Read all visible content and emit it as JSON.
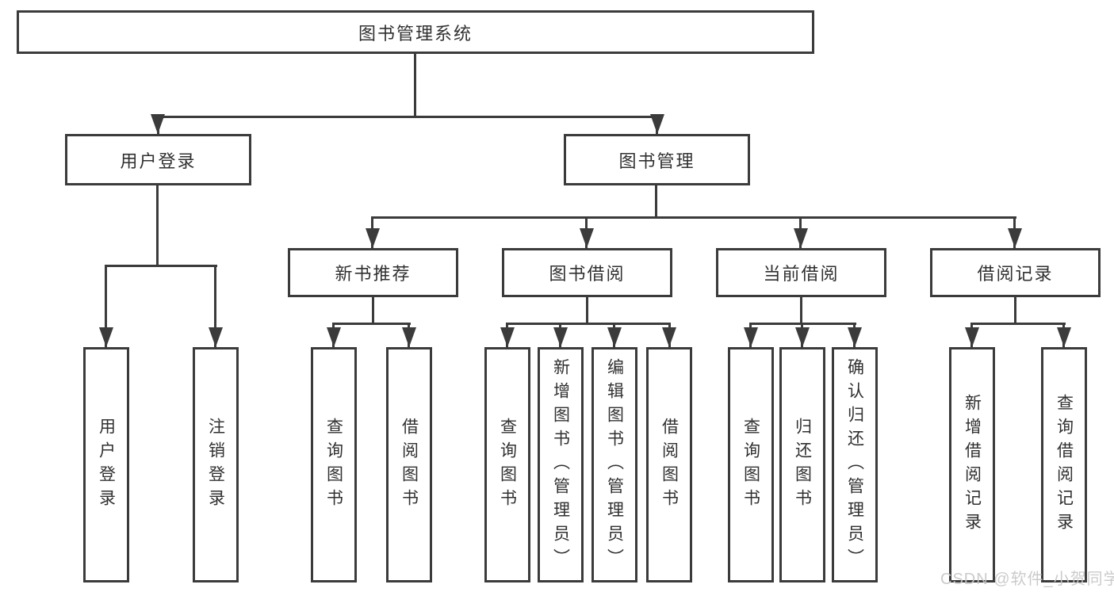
{
  "diagram_type": "tree",
  "root": {
    "label": "图书管理系统",
    "children": [
      {
        "label": "用户登录",
        "children": [
          {
            "label": "用户登录"
          },
          {
            "label": "注销登录"
          }
        ]
      },
      {
        "label": "图书管理",
        "children": [
          {
            "label": "新书推荐",
            "children": [
              {
                "label": "查询图书"
              },
              {
                "label": "借阅图书"
              }
            ]
          },
          {
            "label": "图书借阅",
            "children": [
              {
                "label": "查询图书"
              },
              {
                "label": "新增图书（管理员）"
              },
              {
                "label": "编辑图书（管理员）"
              },
              {
                "label": "借阅图书"
              }
            ]
          },
          {
            "label": "当前借阅",
            "children": [
              {
                "label": "查询图书"
              },
              {
                "label": "归还图书"
              },
              {
                "label": "确认归还（管理员）"
              }
            ]
          },
          {
            "label": "借阅记录",
            "children": [
              {
                "label": "新增借阅记录"
              },
              {
                "label": "查询借阅记录"
              }
            ]
          }
        ]
      }
    ]
  },
  "watermark": {
    "text": "CSDN @软件_小贺同学"
  },
  "colors": {
    "line": "#3b3b3b",
    "text": "#303030",
    "background": "#ffffff",
    "watermark": "#c7c7c7"
  }
}
